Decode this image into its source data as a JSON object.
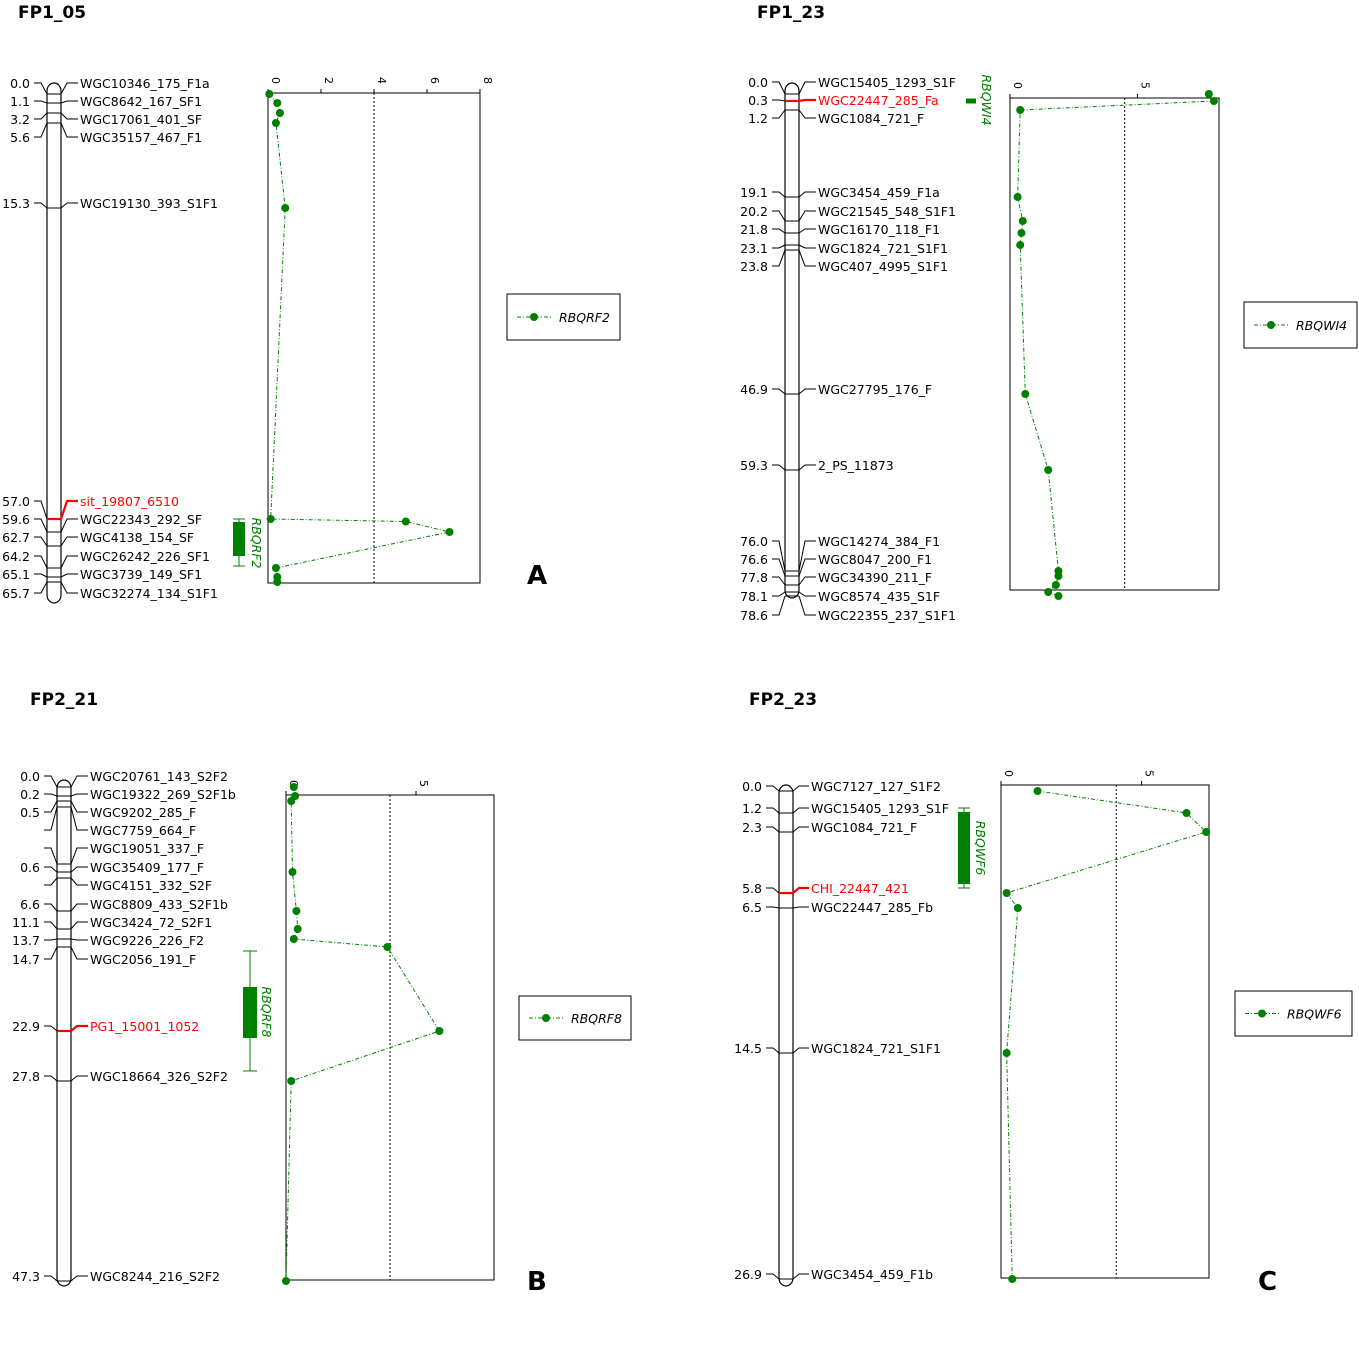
{
  "colors": {
    "qtl": "#008000",
    "highlight": "#ff0000",
    "line": "#000000"
  },
  "panels": [
    {
      "id": "FP1_05",
      "chrom_title": "FP1_05",
      "panel_letter": "A",
      "markers": [
        {
          "pos": "0.0",
          "name": "WGC10346_175_F1a"
        },
        {
          "pos": "1.1",
          "name": "WGC8642_167_SF1"
        },
        {
          "pos": "3.2",
          "name": "WGC17061_401_SF"
        },
        {
          "pos": "5.6",
          "name": "WGC35157_467_F1"
        },
        {
          "pos": "15.3",
          "name": "WGC19130_393_S1F1"
        },
        {
          "pos": "57.0",
          "name": "sit_19807_6510",
          "highlight": true
        },
        {
          "pos": "59.6",
          "name": "WGC22343_292_SF"
        },
        {
          "pos": "62.7",
          "name": "WGC4138_154_SF"
        },
        {
          "pos": "64.2",
          "name": "WGC26242_226_SF1"
        },
        {
          "pos": "65.1",
          "name": "WGC3739_149_SF1"
        },
        {
          "pos": "65.7",
          "name": "WGC32274_134_S1F1"
        }
      ],
      "qtl_name": "RBQRF2",
      "lod_ticks": [
        "0",
        "2",
        "4",
        "6",
        "8"
      ],
      "lod_max": 8,
      "lod_threshold": 4,
      "lod_profile": [
        {
          "cM": 0.0,
          "lod": 0.05
        },
        {
          "cM": 1.1,
          "lod": 0.35
        },
        {
          "cM": 3.2,
          "lod": 0.45
        },
        {
          "cM": 5.6,
          "lod": 0.3
        },
        {
          "cM": 15.3,
          "lod": 0.65
        },
        {
          "cM": 57.0,
          "lod": 0.1
        },
        {
          "cM": 57.5,
          "lod": 5.2
        },
        {
          "cM": 59.6,
          "lod": 6.85
        },
        {
          "cM": 64.2,
          "lod": 0.3
        },
        {
          "cM": 65.1,
          "lod": 0.35
        },
        {
          "cM": 65.7,
          "lod": 0.35
        }
      ],
      "legend_label": "RBQRF2"
    },
    {
      "id": "FP1_23",
      "chrom_title": "FP1_23",
      "panel_letter": "",
      "markers": [
        {
          "pos": "0.0",
          "name": "WGC15405_1293_S1F"
        },
        {
          "pos": "0.3",
          "name": "WGC22447_285_Fa",
          "highlight": true
        },
        {
          "pos": "1.2",
          "name": "WGC1084_721_F"
        },
        {
          "pos": "19.1",
          "name": "WGC3454_459_F1a"
        },
        {
          "pos": "20.2",
          "name": "WGC21545_548_S1F1"
        },
        {
          "pos": "21.8",
          "name": "WGC16170_118_F1"
        },
        {
          "pos": "23.1",
          "name": "WGC1824_721_S1F1"
        },
        {
          "pos": "23.8",
          "name": "WGC407_4995_S1F1"
        },
        {
          "pos": "46.9",
          "name": "WGC27795_176_F"
        },
        {
          "pos": "59.3",
          "name": "2_PS_11873"
        },
        {
          "pos": "76.0",
          "name": "WGC14274_384_F1"
        },
        {
          "pos": "76.6",
          "name": "WGC8047_200_F1"
        },
        {
          "pos": "77.8",
          "name": "WGC34390_211_F"
        },
        {
          "pos": "78.1",
          "name": "WGC8574_435_S1F"
        },
        {
          "pos": "78.6",
          "name": "WGC22355_237_S1F1"
        }
      ],
      "qtl_name": "RBQWI4",
      "lod_ticks": [
        "0",
        "5"
      ],
      "lod_max": 8.2,
      "lod_threshold": 4.5,
      "lod_profile": [
        {
          "cM": 0.0,
          "lod": 7.8
        },
        {
          "cM": 0.3,
          "lod": 8.0
        },
        {
          "cM": 1.2,
          "lod": 0.4
        },
        {
          "cM": 19.1,
          "lod": 0.3
        },
        {
          "cM": 20.2,
          "lod": 0.5
        },
        {
          "cM": 21.8,
          "lod": 0.45
        },
        {
          "cM": 23.1,
          "lod": 0.4
        },
        {
          "cM": 46.9,
          "lod": 0.6
        },
        {
          "cM": 59.3,
          "lod": 1.5
        },
        {
          "cM": 76.0,
          "lod": 1.9
        },
        {
          "cM": 76.6,
          "lod": 1.9
        },
        {
          "cM": 77.8,
          "lod": 1.8
        },
        {
          "cM": 78.1,
          "lod": 1.5
        },
        {
          "cM": 78.6,
          "lod": 1.9
        }
      ],
      "legend_label": "RBQWI4"
    },
    {
      "id": "FP2_21",
      "chrom_title": "FP2_21",
      "panel_letter": "B",
      "markers": [
        {
          "pos": "0.0",
          "name": "WGC20761_143_S2F2"
        },
        {
          "pos": "0.2",
          "name": "WGC19322_269_S2F1b"
        },
        {
          "pos": "0.5",
          "name": "WGC9202_285_F"
        },
        {
          "pos": "",
          "name": "WGC7759_664_F"
        },
        {
          "pos": "",
          "name": "WGC19051_337_F"
        },
        {
          "pos": "0.6",
          "name": "WGC35409_177_F"
        },
        {
          "pos": "",
          "name": "WGC4151_332_S2F"
        },
        {
          "pos": "6.6",
          "name": "WGC8809_433_S2F1b"
        },
        {
          "pos": "11.1",
          "name": "WGC3424_72_S2F1"
        },
        {
          "pos": "13.7",
          "name": "WGC9226_226_F2"
        },
        {
          "pos": "14.7",
          "name": "WGC2056_191_F"
        },
        {
          "pos": "22.9",
          "name": "PG1_15001_1052",
          "highlight": true
        },
        {
          "pos": "27.8",
          "name": "WGC18664_326_S2F2"
        },
        {
          "pos": "47.3",
          "name": "WGC8244_216_S2F2"
        }
      ],
      "qtl_name": "RBQRF8",
      "lod_ticks": [
        "0",
        "5"
      ],
      "lod_max": 8,
      "lod_threshold": 4,
      "lod_profile": [
        {
          "cM": 0.0,
          "lod": 0.3
        },
        {
          "cM": 0.2,
          "lod": 0.35
        },
        {
          "cM": 0.5,
          "lod": 0.2
        },
        {
          "cM": 0.6,
          "lod": 0.25
        },
        {
          "cM": 6.6,
          "lod": 0.4
        },
        {
          "cM": 11.1,
          "lod": 0.45
        },
        {
          "cM": 13.7,
          "lod": 0.3
        },
        {
          "cM": 14.7,
          "lod": 3.9
        },
        {
          "cM": 22.9,
          "lod": 5.9
        },
        {
          "cM": 27.8,
          "lod": 0.2
        },
        {
          "cM": 47.3,
          "lod": 0.0
        }
      ],
      "legend_label": "RBQRF8"
    },
    {
      "id": "FP2_23",
      "chrom_title": "FP2_23",
      "panel_letter": "C",
      "markers": [
        {
          "pos": "0.0",
          "name": "WGC7127_127_S1F2"
        },
        {
          "pos": "1.2",
          "name": "WGC15405_1293_S1F"
        },
        {
          "pos": "2.3",
          "name": "WGC1084_721_F"
        },
        {
          "pos": "5.8",
          "name": "CHI_22447_421",
          "highlight": true
        },
        {
          "pos": "6.5",
          "name": "WGC22447_285_Fb"
        },
        {
          "pos": "14.5",
          "name": "WGC1824_721_S1F1"
        },
        {
          "pos": "26.9",
          "name": "WGC3454_459_F1b"
        }
      ],
      "qtl_name": "RBQWF6",
      "lod_ticks": [
        "0",
        "5"
      ],
      "lod_max": 7.4,
      "lod_threshold": 4.1,
      "lod_profile": [
        {
          "cM": 0.0,
          "lod": 1.3
        },
        {
          "cM": 1.2,
          "lod": 6.6
        },
        {
          "cM": 2.3,
          "lod": 7.3
        },
        {
          "cM": 5.8,
          "lod": 0.2
        },
        {
          "cM": 6.5,
          "lod": 0.6
        },
        {
          "cM": 14.5,
          "lod": 0.2
        },
        {
          "cM": 26.9,
          "lod": 0.4
        }
      ],
      "legend_label": "RBQWF6"
    }
  ]
}
